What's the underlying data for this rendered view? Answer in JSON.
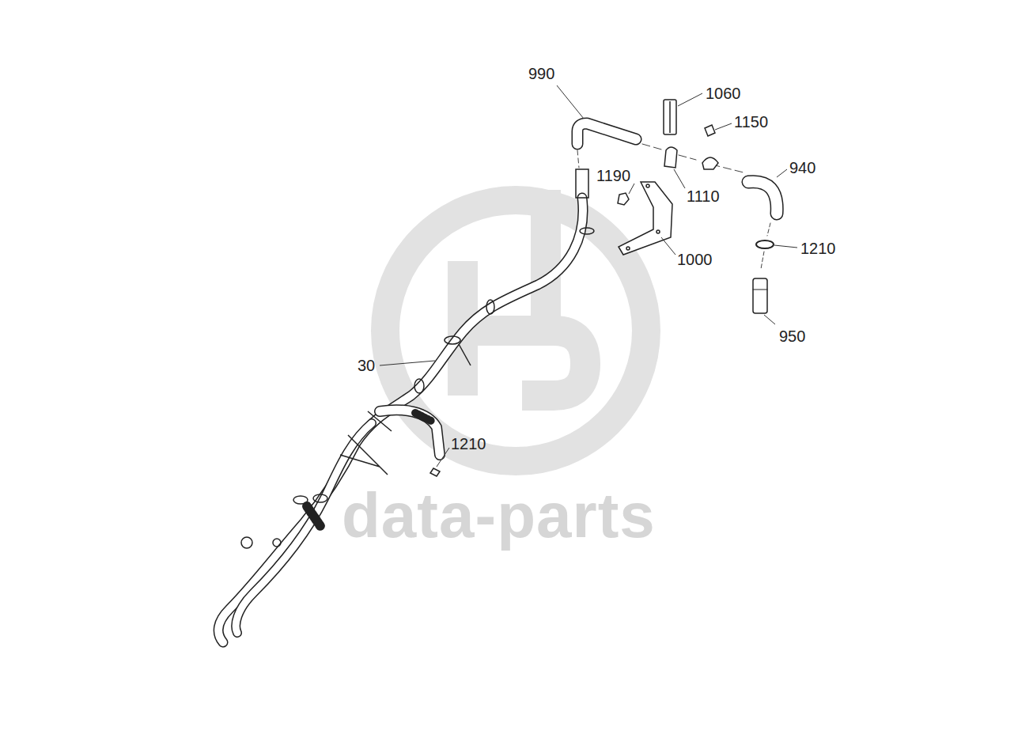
{
  "diagram": {
    "labels": [
      "990",
      "1060",
      "1150",
      "1190",
      "1110",
      "940",
      "1000",
      "1210",
      "950",
      "30",
      "1210",
      "data-parts"
    ]
  }
}
